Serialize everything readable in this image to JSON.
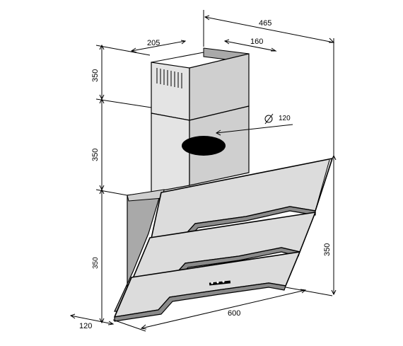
{
  "dimensions": {
    "overall_width": "465",
    "chimney_width": "205",
    "chimney_depth": "160",
    "upper_duct_height": "350",
    "lower_duct_height": "350",
    "hood_height_left": "350",
    "hood_height_right": "350",
    "duct_diameter_symbol": "Ø",
    "duct_diameter": "120",
    "hood_width": "600",
    "wall_depth": "120"
  },
  "colors": {
    "body": "#d7d7d7",
    "shadow": "#a9a9a9",
    "duct_opening": "#000000"
  }
}
